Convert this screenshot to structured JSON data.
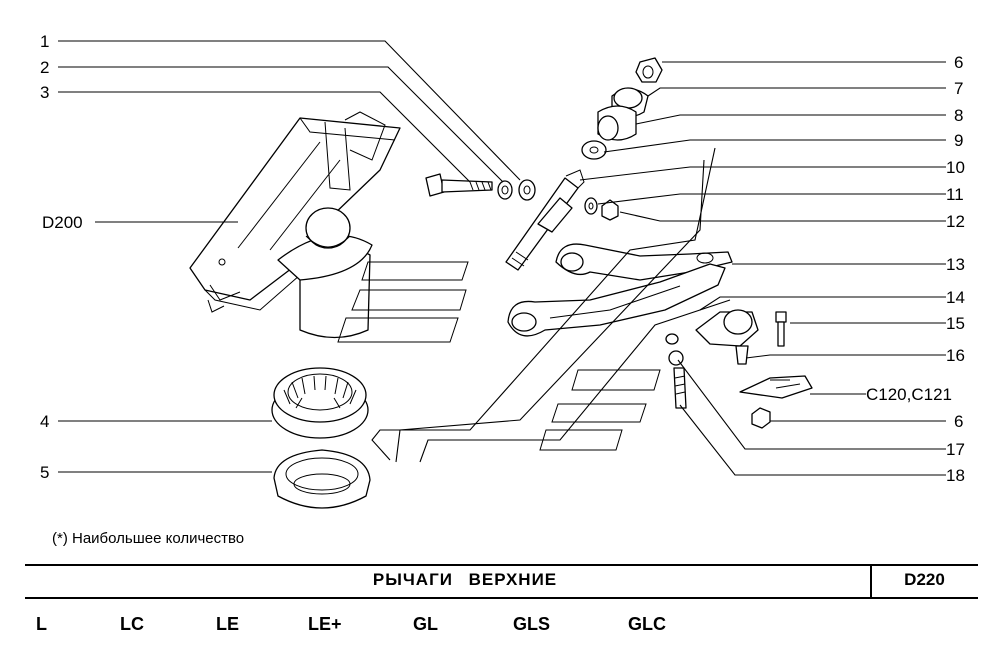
{
  "labels": {
    "l1": "1",
    "l2": "2",
    "l3": "3",
    "l4": "4",
    "l5": "5",
    "l6a": "6",
    "l7": "7",
    "l8": "8",
    "l9": "9",
    "l10": "10",
    "l11": "11",
    "l12": "12",
    "l13": "13",
    "l14": "14",
    "l15": "15",
    "l16": "16",
    "c120": "C120,C121",
    "l6b": "6",
    "l17": "17",
    "l18": "18",
    "d200": "D200"
  },
  "footnote": "(*) Наибольшее количество",
  "title": "РЫЧАГИ  ВЕРХНИЕ",
  "code": "D220",
  "variants": [
    "L",
    "LC",
    "LE",
    "LE+",
    "GL",
    "GLS",
    "GLC"
  ]
}
